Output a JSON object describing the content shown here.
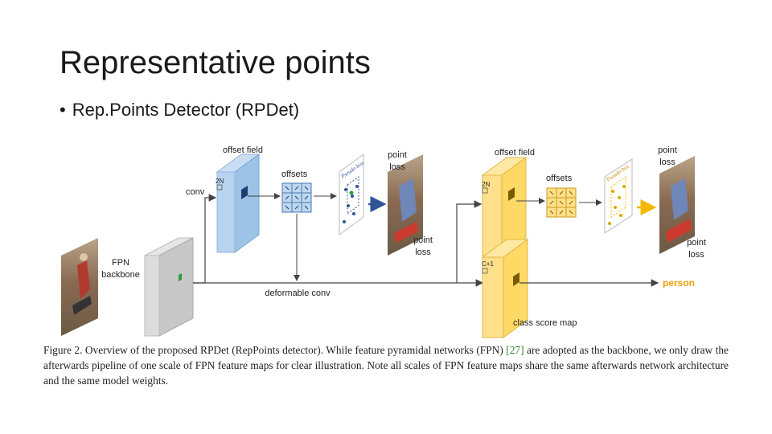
{
  "slide": {
    "title": "Representative points",
    "bullet": "Rep.Points Detector (RPDet)"
  },
  "figure": {
    "labels": {
      "offset_field_top": "offset field",
      "offsets_top": "offsets",
      "conv": "conv",
      "two_n_top": "2N",
      "pseudo_box_blue": "Pseudo box",
      "point_loss_top": "point",
      "point_loss_top_2": "loss",
      "point_loss_mid": "point",
      "point_loss_mid_2": "loss",
      "fpn": "FPN",
      "backbone": "backbone",
      "deformable_conv": "deformable conv",
      "offset_field_right": "offset field",
      "offsets_right": "offsets",
      "two_n_right": "2N",
      "c_plus_1": "C+1",
      "pseudo_box_yellow": "Pseudo box",
      "point_loss_right": "point",
      "point_loss_right_2": "loss",
      "point_loss_right_low": "point",
      "point_loss_right_low_2": "loss",
      "person": "person",
      "class_score_map": "class score map"
    },
    "colors": {
      "blue_panel": "#9dc3e6",
      "yellow_panel": "#ffd966",
      "gray_panel": "#c8c8c8",
      "person_text": "#f2a00c",
      "arrow_blue": "#2f5597",
      "arrow_yellow": "#f5b800"
    }
  },
  "caption": {
    "part1": "Figure 2. Overview of the proposed RPDet (RepPoints detector). While feature pyramidal networks (FPN) ",
    "ref": "[27]",
    "part2": " are adopted as the backbone, we only draw the afterwards pipeline of one scale of FPN feature maps for clear illustration. Note all scales of FPN feature maps share the same afterwards network architecture and the same model weights."
  }
}
